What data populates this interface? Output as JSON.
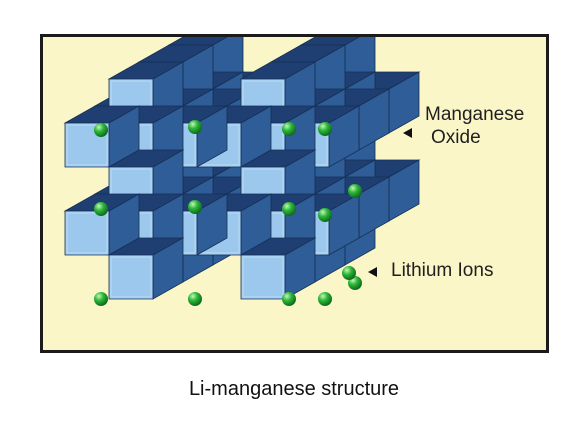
{
  "figure": {
    "labels": {
      "manganese_oxide_line1": "Manganese",
      "manganese_oxide_line2": "Oxide",
      "lithium_ions": "Lithium Ions"
    }
  },
  "caption": "Li-manganese structure",
  "colors": {
    "panel_background": "#fbf6c7",
    "panel_border": "#1b1b1b",
    "cube_front": "#9cc8ee",
    "cube_side": "#2f5d97",
    "cube_top": "#1f3f73",
    "lithium_ion": "#2db83a"
  }
}
